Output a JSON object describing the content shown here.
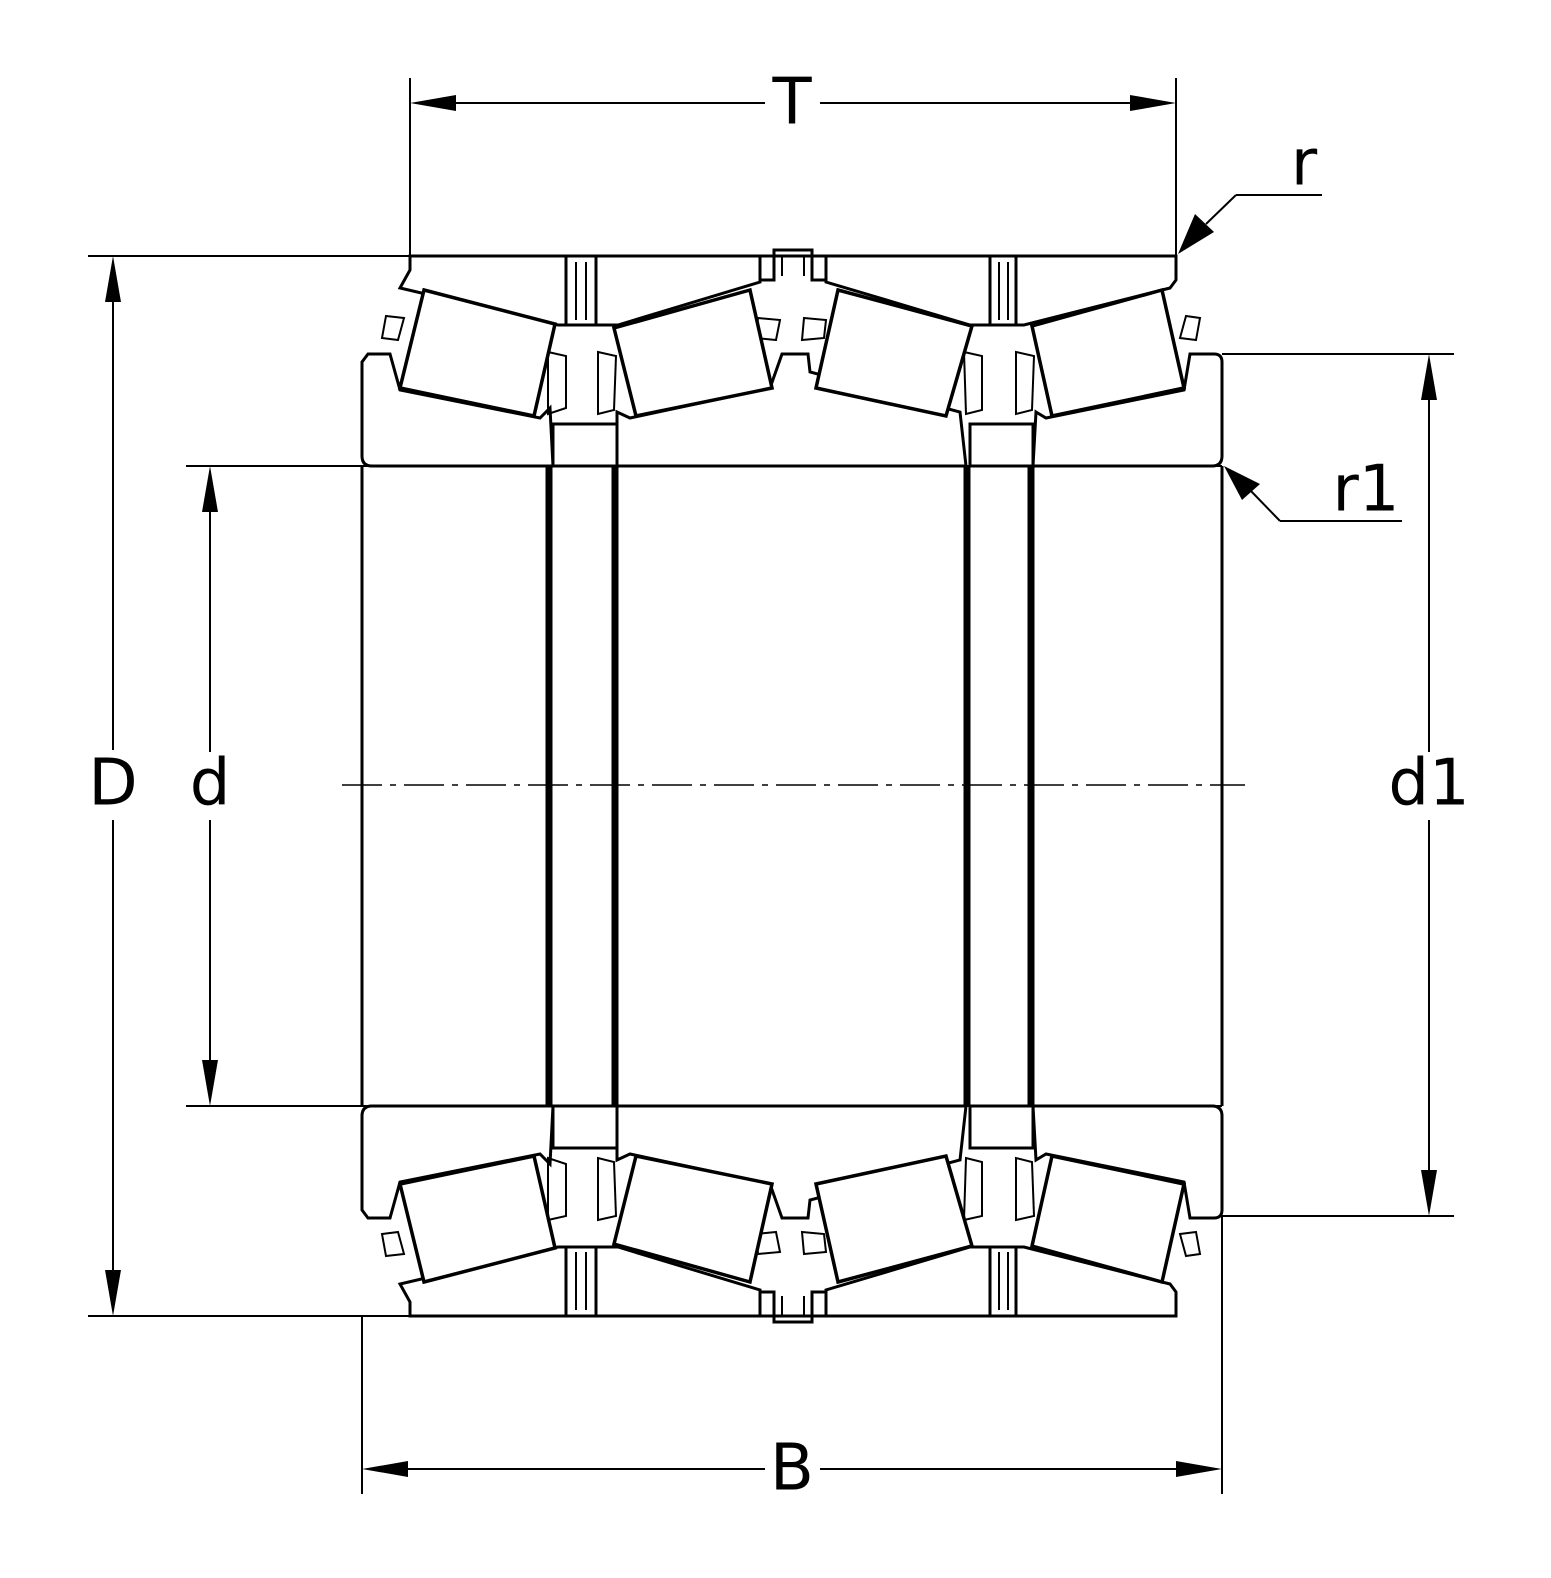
{
  "labels": {
    "T": "T",
    "B": "B",
    "D": "D",
    "d": "d",
    "d1": "d1",
    "r": "r",
    "r1": "r1"
  },
  "colors": {
    "line": "#000000",
    "background": "#ffffff"
  }
}
